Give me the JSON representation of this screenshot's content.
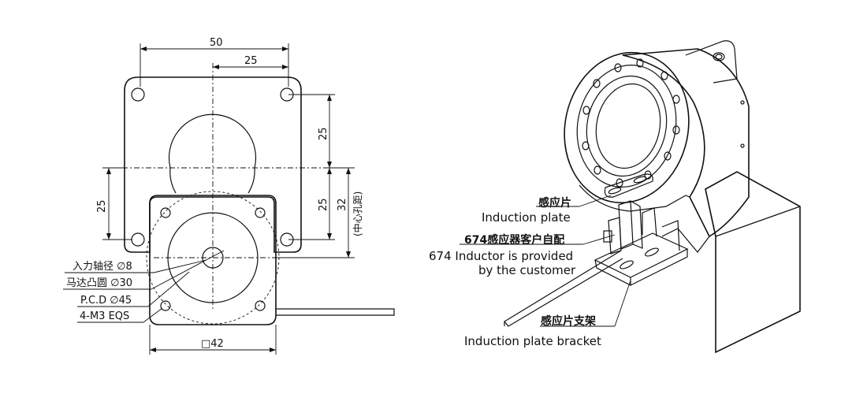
{
  "left_drawing": {
    "dim_total_width": "50",
    "dim_half_width": "25",
    "dim_right_upper": "25",
    "dim_right_lower": "25",
    "dim_right_32": "32",
    "dim_right_note": "(中心孔距)",
    "dim_left": "25",
    "dim_square": "□42",
    "callouts": [
      "入力轴径 ∅8",
      "马达凸圆 ∅30",
      "P.C.D ∅45",
      "4-M3 EQS"
    ]
  },
  "right_drawing": {
    "label_plate_cn": "感应片",
    "label_plate_en": "Induction plate",
    "label_inductor_cn": "674感应器客户自配",
    "label_inductor_en_line1": "674 Inductor is provided",
    "label_inductor_en_line2": "by the customer",
    "label_bracket_cn": "感应片支架",
    "label_bracket_en": "Induction plate bracket"
  }
}
